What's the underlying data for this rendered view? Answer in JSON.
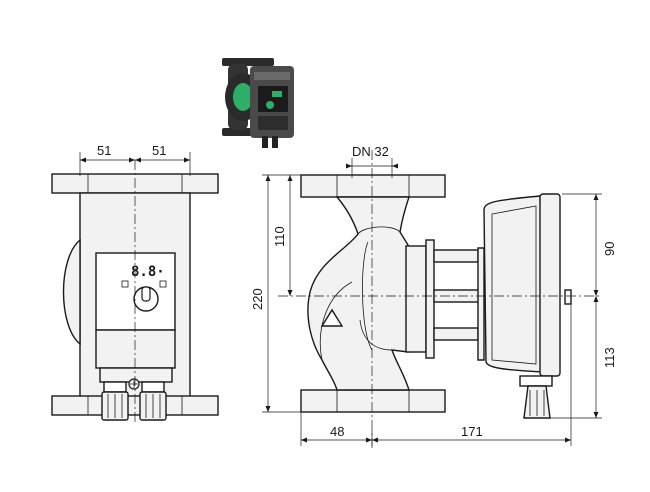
{
  "dimensions": {
    "front_left_width": "51",
    "front_right_width": "51",
    "nominal_diameter": "DN 32",
    "flange_to_axis_top": "110",
    "overall_height": "220",
    "axis_to_flange_front": "48",
    "axis_to_motor_rear": "171",
    "axis_to_head_top": "90",
    "axis_to_head_bottom": "113"
  },
  "controller": {
    "display_readout": "8.8·"
  },
  "icons": {
    "product_photo": "pump-photo-icon",
    "control_knob": "control-knob-icon",
    "flow_arrow": "flow-direction-arrow-icon"
  },
  "colors": {
    "line": "#1a1a1a",
    "body_fill": "#f2f2f2",
    "photo_body": "#2b2b2b",
    "photo_accent": "#2fae6a"
  }
}
